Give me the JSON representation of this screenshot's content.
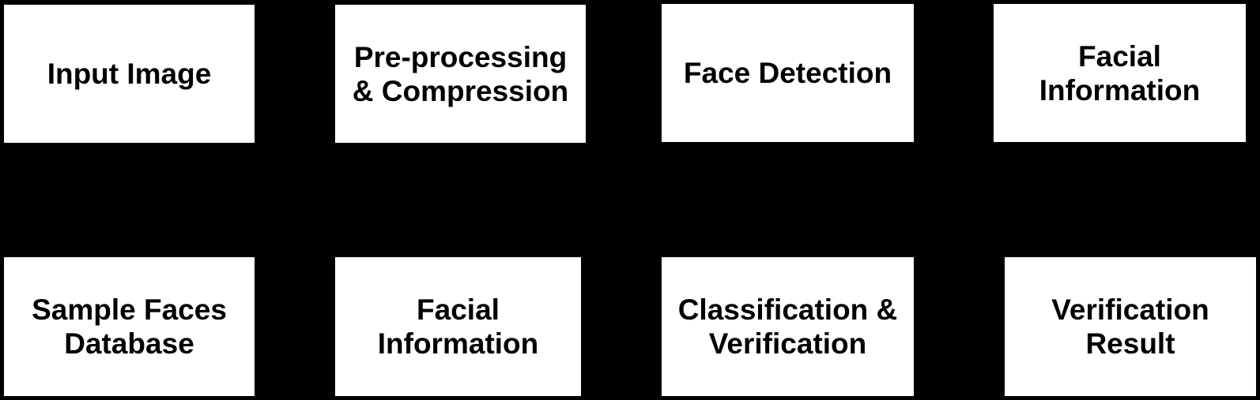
{
  "diagram": {
    "background": "#000000",
    "box_color": "#ffffff",
    "text_color": "#000000",
    "top_row": [
      {
        "lines": [
          "Input Image"
        ]
      },
      {
        "lines": [
          "Pre-processing",
          "& Compression"
        ]
      },
      {
        "lines": [
          "Face Detection"
        ]
      },
      {
        "lines": [
          "Facial",
          "Information"
        ]
      }
    ],
    "bottom_row": [
      {
        "lines": [
          "Sample Faces",
          "Database"
        ]
      },
      {
        "lines": [
          "Facial",
          "Information"
        ]
      },
      {
        "lines": [
          "Classification &",
          "Verification"
        ]
      },
      {
        "lines": [
          "Verification",
          "Result"
        ]
      }
    ]
  }
}
